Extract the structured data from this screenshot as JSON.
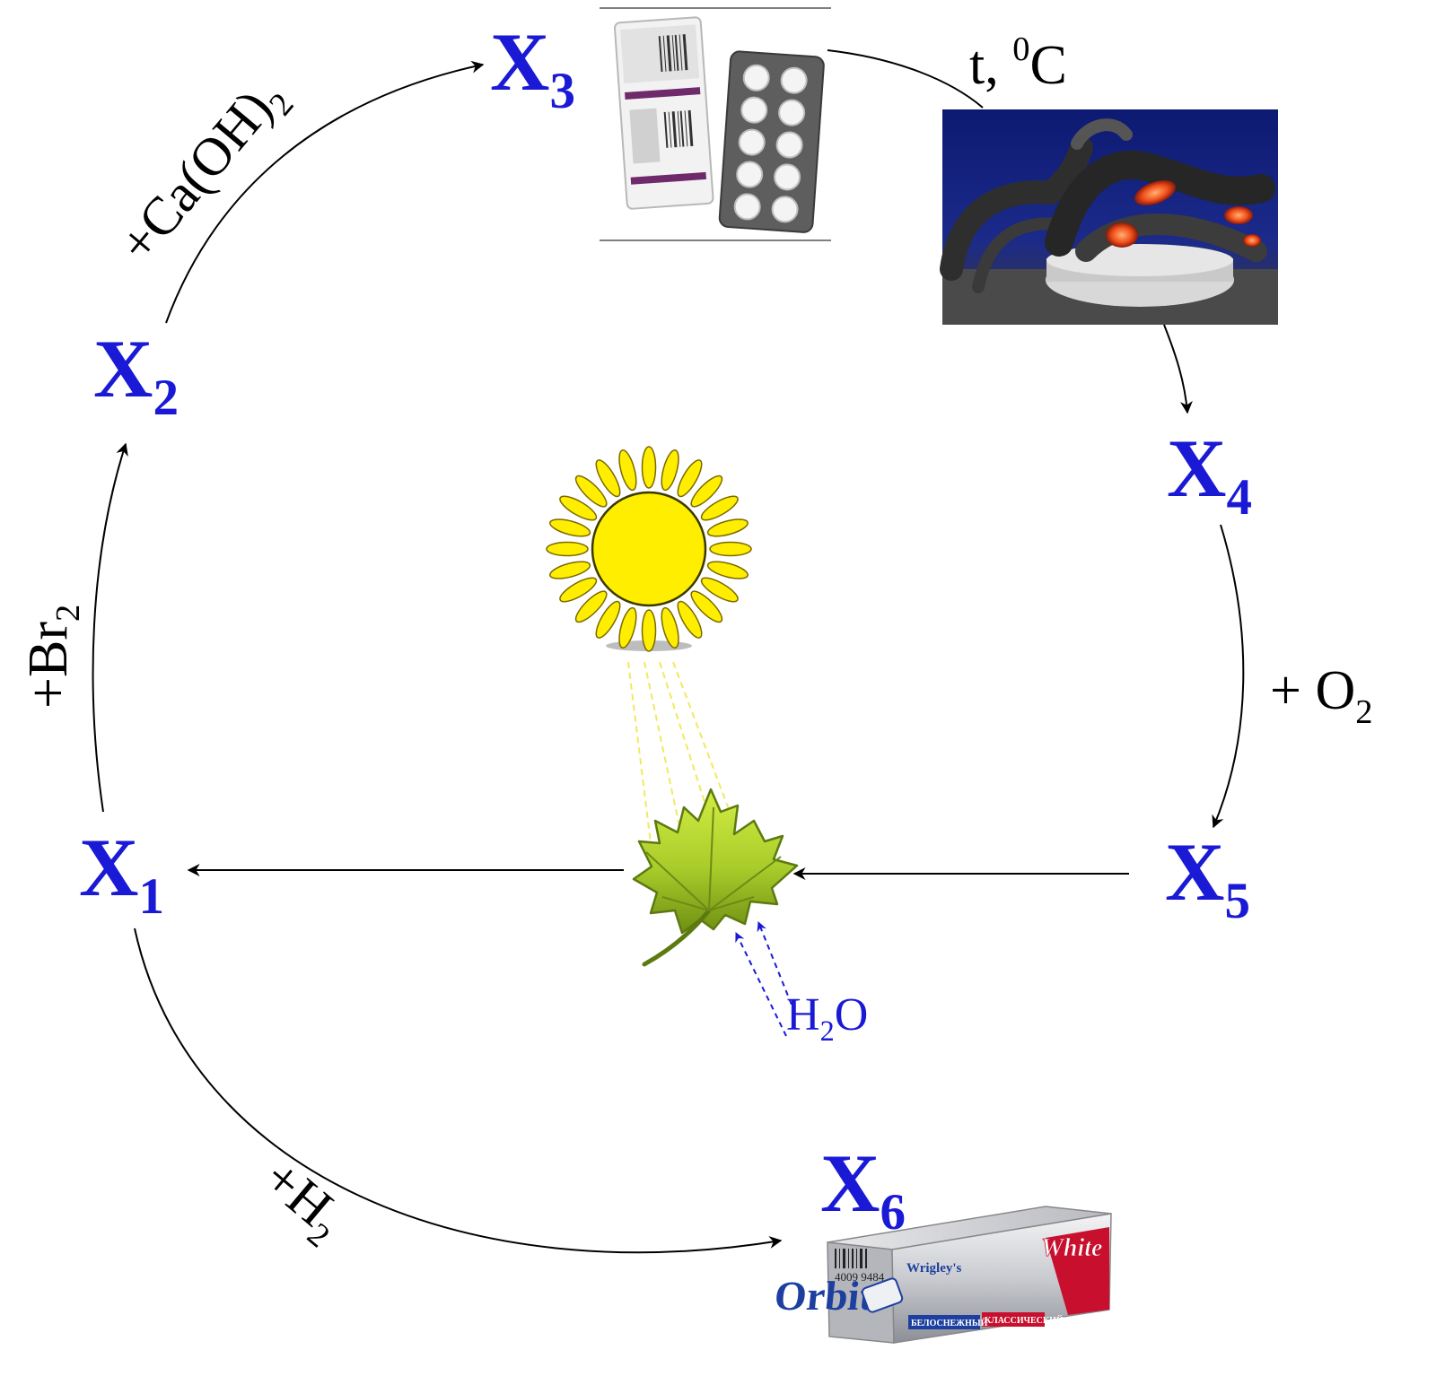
{
  "colors": {
    "node": "#1a1ad6",
    "arrow": "#000000",
    "water": "#1a1ad6",
    "sun_fill": "#ffee00",
    "ray": "#f4e96a",
    "leaf_light": "#c8e63a",
    "leaf_dark": "#6f8f12"
  },
  "nodes": {
    "x1": {
      "base": "X",
      "sub": "1"
    },
    "x2": {
      "base": "X",
      "sub": "2"
    },
    "x3": {
      "base": "X",
      "sub": "3"
    },
    "x4": {
      "base": "X",
      "sub": "4"
    },
    "x5": {
      "base": "X",
      "sub": "5"
    },
    "x6": {
      "base": "X",
      "sub": "6"
    }
  },
  "reagents": {
    "br2": {
      "prefix": "+Br",
      "sub": "2"
    },
    "caoh2": {
      "prefix": "+Ca(OH)",
      "sub": "2"
    },
    "heat": {
      "prefix": "t, ",
      "sup": "0",
      "suffix": "C"
    },
    "o2": {
      "prefix": "+ O",
      "sub": "2"
    },
    "h2": {
      "prefix": "+H",
      "sub": "2"
    },
    "water": {
      "prefix": "H",
      "sub": "2",
      "suffix": "O"
    }
  },
  "icons": {
    "tablets": "calcium-gluconate-tablets-photo",
    "burning": "burning-serpent-photo",
    "sun": "sun-icon",
    "leaf": "maple-leaf-icon",
    "gum": "orbit-chewing-gum-pack"
  },
  "gum_pack": {
    "brand_small": "Wrigley's",
    "brand": "Orbit",
    "variant": "White",
    "barcode": "4009 9484",
    "desc1": "БЕЛОСНЕЖНЫЙ",
    "desc2": "КЛАССИЧЕСКИЙ"
  }
}
